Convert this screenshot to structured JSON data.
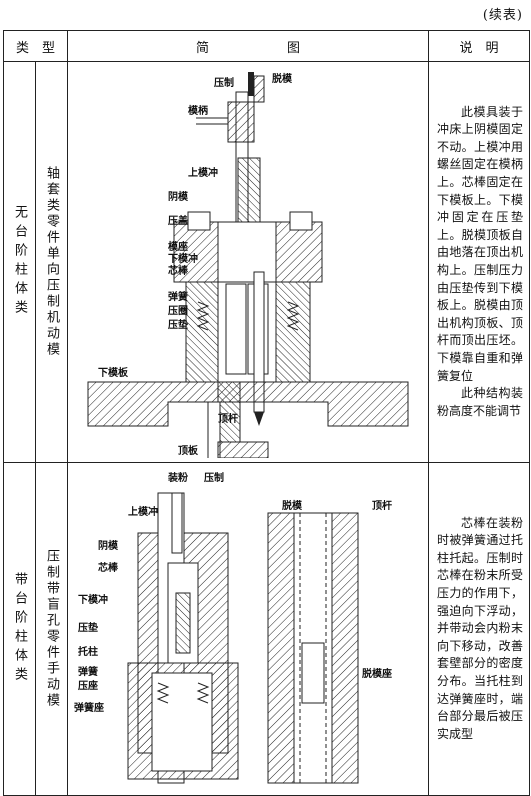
{
  "continued_label": "(续表)",
  "header": {
    "type_label": "类　型",
    "diagram_label": "简　　　　　　图",
    "desc_label": "说　明"
  },
  "rows": [
    {
      "type": "无台阶柱体类",
      "subtype": "轴套类零件单向压制机动模",
      "labels": {
        "yazhi": "压制",
        "tuomo": "脱模",
        "mobing": "模柄",
        "shangmochong": "上模冲",
        "yinmo": "阴模",
        "yagai": "压盖",
        "mozuo": "模座",
        "xiamochong": "下模冲",
        "xinbang": "芯棒",
        "tanhuang": "弹簧",
        "yaquan": "压圈",
        "yadian": "压垫",
        "xiamoban": "下模板",
        "dinggan": "顶杆",
        "dingban": "顶板"
      },
      "description": [
        "此模具装于冲床上阴模固定不动。上模冲用螺丝固定在模柄上。芯棒固定在下模板上。下模冲固定在压垫上。脱模顶板自由地落在顶出机构上。压制压力由压垫传到下模板上。脱模由顶出机构顶板、顶杆而顶出压坯。下模靠自重和弹簧复位",
        "此种结构装粉高度不能调节"
      ]
    },
    {
      "type": "带台阶柱体类",
      "subtype": "压制带盲孔零件手动模",
      "labels": {
        "zhuangfen": "装粉",
        "yazhi": "压制",
        "shangmochong": "上模冲",
        "yinmo": "阴模",
        "xinbang": "芯棒",
        "xiamochong": "下模冲",
        "yadian": "压垫",
        "tuozhu": "托柱",
        "tanhuang": "弹簧",
        "yazuo": "压座",
        "tanhuangzuo": "弹簧座",
        "tuomo": "脱模",
        "dinggan": "顶杆",
        "tuomozuo": "脱模座"
      },
      "description": [
        "芯棒在装粉时被弹簧通过托柱托起。压制时芯棒在粉末所受压力的作用下，强迫向下浮动，并带动会内粉末向下移动，改善套壁部分的密度分布。当托柱到达弹簧座时，端台部分最后被压实成型"
      ]
    }
  ]
}
